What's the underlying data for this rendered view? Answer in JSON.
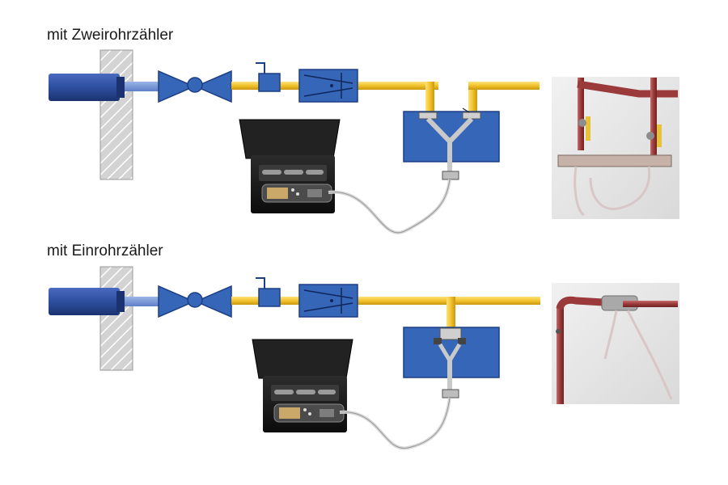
{
  "sections": [
    {
      "title": "mit Zweirohrzähler"
    },
    {
      "title": "mit Einrohrzähler"
    }
  ],
  "colors": {
    "gas_pipe": "#f2c22b",
    "blue_component": "#3566b8",
    "blue_dark": "#1d3f86",
    "main_pipe": "#2e4fa3",
    "wall": "#d2d2d2",
    "case": "#151515",
    "copper_pipe": "#9a3a3a",
    "hose": "#d9d9d9"
  },
  "icons": [
    "wall-hatch",
    "main-pipe",
    "ball-valve",
    "pressure-regulator",
    "gas-filter",
    "gas-meter",
    "measuring-instrument-case",
    "connection-hose",
    "photo-installation"
  ]
}
